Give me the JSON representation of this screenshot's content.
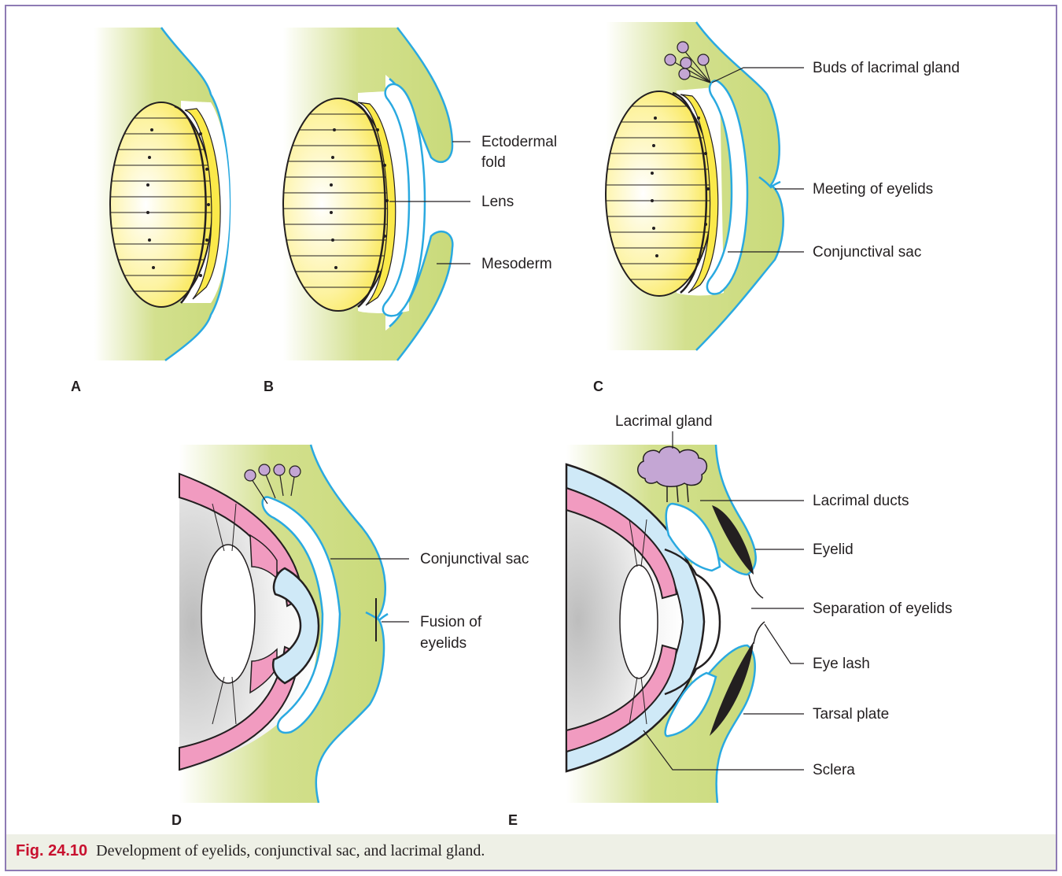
{
  "panels": [
    "A",
    "B",
    "C",
    "D",
    "E"
  ],
  "labels_b": {
    "ectodermal_fold_1": "Ectodermal",
    "ectodermal_fold_2": "fold",
    "lens": "Lens",
    "mesoderm": "Mesoderm"
  },
  "labels_c": {
    "buds": "Buds of lacrimal gland",
    "meeting": "Meeting of eyelids",
    "conjunctival_sac": "Conjunctival sac"
  },
  "labels_d": {
    "conjunctival_sac": "Conjunctival sac",
    "fusion_1": "Fusion of",
    "fusion_2": "eyelids"
  },
  "labels_e": {
    "lacrimal_gland": "Lacrimal gland",
    "lacrimal_ducts": "Lacrimal ducts",
    "eyelid": "Eyelid",
    "separation": "Separation of eyelids",
    "eye_lash": "Eye lash",
    "tarsal_plate": "Tarsal plate",
    "sclera": "Sclera"
  },
  "caption": {
    "fig_number": "Fig. 24.10",
    "text": "Development of eyelids, conjunctival sac, and lacrimal gland."
  },
  "colors": {
    "mesoderm_green": "#d3e08e",
    "ectoderm_blue": "#2aa9e0",
    "lens_yellow": "#fbe94a",
    "retina_pink": "#f19bc0",
    "sclera_blue": "#cfe9f7",
    "gland_purple": "#c4a6d4",
    "frame_purple": "#8e7bb4",
    "caption_red": "#c8102e"
  }
}
